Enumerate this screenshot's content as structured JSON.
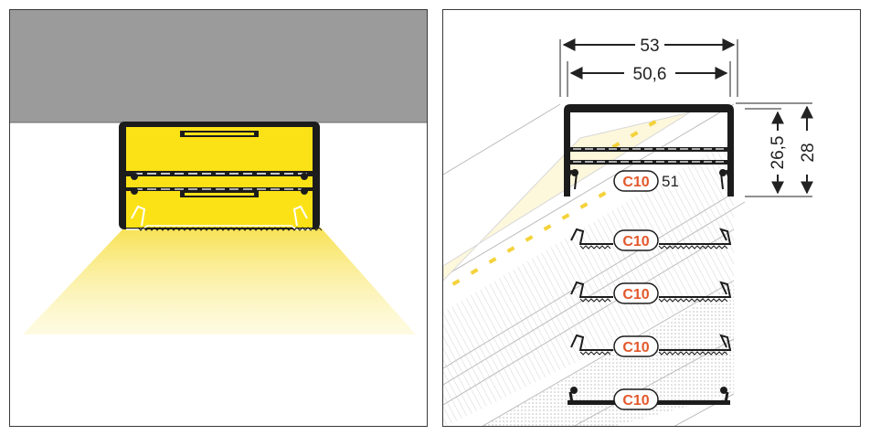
{
  "dimensions": {
    "outer_width": "53",
    "inner_width": "50,6",
    "inner_height": "26,5",
    "outer_height": "28"
  },
  "covers": [
    {
      "label": "C10",
      "suffix": "51"
    },
    {
      "label": "C10"
    },
    {
      "label": "C10"
    },
    {
      "label": "C10"
    },
    {
      "label": "C10"
    }
  ],
  "colors": {
    "ceiling": "#9b9b9b",
    "led_light": "#fbe216",
    "badge_text": "#e2582b",
    "profile": "#1c1c1c"
  }
}
